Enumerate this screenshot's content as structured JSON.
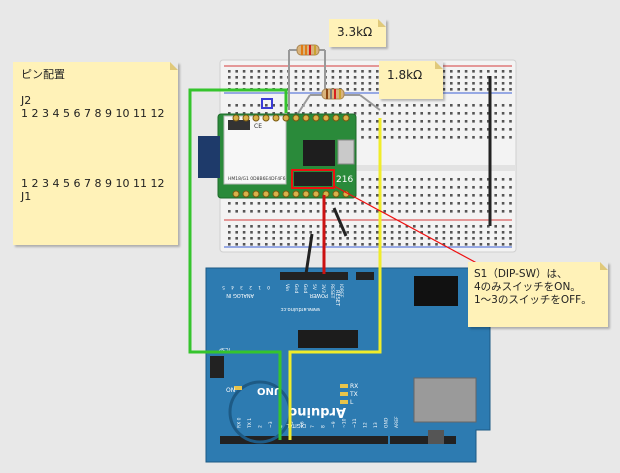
{
  "notes": {
    "pin_title": "ピン配置",
    "j2_label": "J2",
    "j2_pins": "1 2 3 4 5 6 7 8 9 10 11 12",
    "j1_pins": "1 2 3 4 5 6 7 8 9 10 11 12",
    "j1_label": "J1",
    "resistor1": "3.3kΩ",
    "resistor2": "1.8kΩ",
    "dip_line1": "S1（DIP-SW）は、",
    "dip_line2": "4のみスイッチをON。",
    "dip_line3": "1～3のスイッチをOFF。"
  },
  "module": {
    "id_text": "HM18/G1 0D8B6E4DF4F6",
    "jp_mark": "216"
  },
  "arduino": {
    "brand": "Arduino",
    "model": "UNO",
    "url": "www.arduino.cc",
    "on_label": "ON",
    "tx_label": "TX",
    "rx_label": "RX",
    "l_label": "L",
    "icsp_label": "ICSP",
    "power_label": "POWER",
    "analog_label": "ANALOG IN",
    "digital_label": "DIGITAL",
    "reset_label": "RESET",
    "top_pins": [
      "IOREF",
      "RESET",
      "3V3",
      "5V",
      "Gnd",
      "Gnd",
      "Vin"
    ],
    "analog_pins": [
      "0",
      "1",
      "2",
      "3",
      "4",
      "5"
    ],
    "digital_pins": [
      "AREF",
      "GND",
      "13",
      "12",
      "~11",
      "~10",
      "~9",
      "8",
      "7",
      "~6",
      "~5",
      "4",
      "~3",
      "2",
      "TX 1",
      "RX 0"
    ]
  },
  "colors": {
    "board": "#2d7bb1",
    "breadboard": "#f2f2f2",
    "module_pcb": "#2a8a3a",
    "wire_green": "#35c42d",
    "wire_yellow": "#f0ec2a",
    "wire_red": "#cc1111",
    "wire_black": "#222222",
    "wire_gray": "#999999",
    "note": "#fff2b8"
  }
}
